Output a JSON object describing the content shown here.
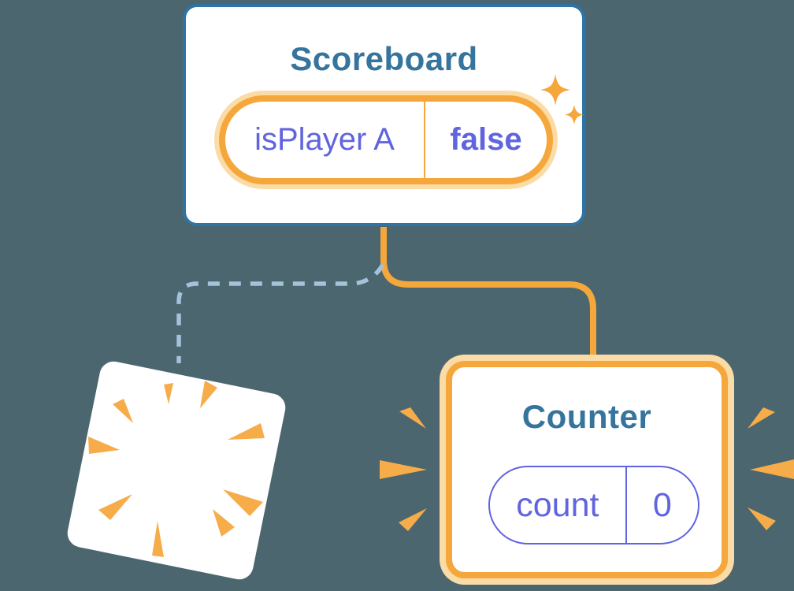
{
  "illustration": {
    "description": "React component tree state diagram",
    "background_color": "#4B666F",
    "colors": {
      "card_white": "#FFFFFF",
      "scoreboard_border_blue": "#2E74A7",
      "title_blue": "#35749D",
      "accent_orange": "#F5A73B",
      "accent_orange_glow": "#FBDCA6",
      "state_purple": "#6164DF",
      "dashed_connector_blue": "#A4C2D9"
    },
    "icons": {
      "sparkles": "sparkle-icon",
      "poof": "poof-burst-icon",
      "emphasis": "emphasis-marks-icon"
    }
  },
  "scoreboard": {
    "title": "Scoreboard",
    "state_pill": {
      "name": "isPlayer A",
      "value": "false"
    }
  },
  "counter": {
    "title": "Counter",
    "state_pill": {
      "name": "count",
      "value": "0"
    }
  }
}
